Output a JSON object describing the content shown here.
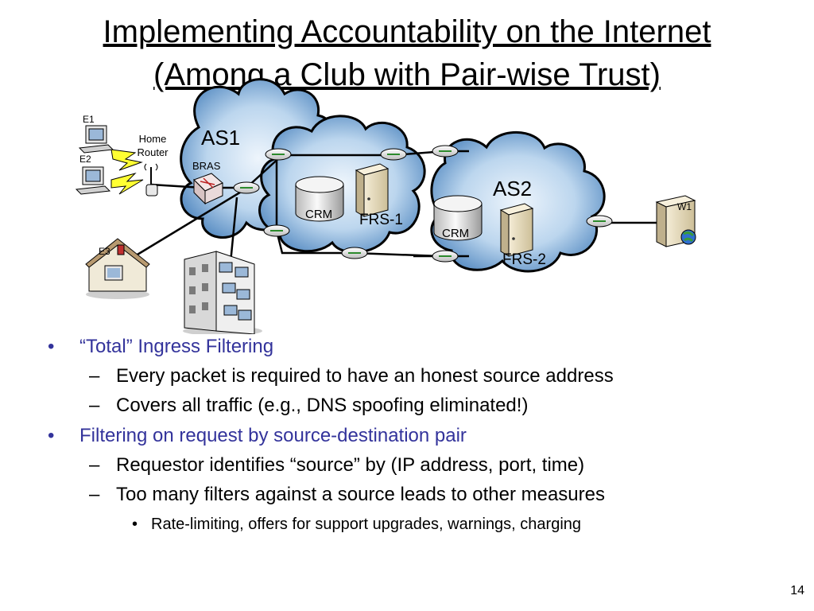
{
  "slide": {
    "title_line1": "Implementing Accountability on the Internet",
    "title_line2": "(Among a Club with Pair-wise Trust)",
    "page_number": "14"
  },
  "diagram": {
    "as1": "AS1",
    "as2": "AS2",
    "bras": "BRAS",
    "home_router_line1": "Home",
    "home_router_line2": "Router",
    "e1": "E1",
    "e2": "E2",
    "e3": "E3",
    "w1": "W1",
    "crm1": "CRM",
    "crm2": "CRM",
    "frs1": "FRS-1",
    "frs2": "FRS-2"
  },
  "bullets": {
    "b1": "“Total” Ingress Filtering",
    "b1_s1": "Every packet is required to have an honest source address",
    "b1_s2": "Covers all traffic (e.g., DNS spoofing eliminated!)",
    "b2": "Filtering on request by source-destination pair",
    "b2_s1": "Requestor identifies “source” by (IP address, port, time)",
    "b2_s2": "Too many filters against a source leads to other measures",
    "b2_s2_s1": "Rate-limiting, offers for support upgrades, warnings, charging"
  },
  "colors": {
    "bullet_blue": "#33339b",
    "cloud_dark": "#6f9fcf",
    "cloud_light": "#e6f0fa"
  }
}
